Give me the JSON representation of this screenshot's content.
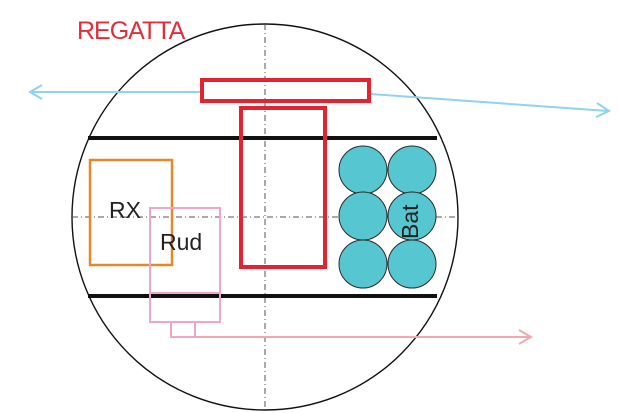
{
  "title": "REGATTA",
  "labels": {
    "receiver": "RX",
    "rudder": "Rud",
    "battery": "Bat"
  },
  "colors": {
    "title": "#e02f3a",
    "outline": "#111111",
    "center_line": "#555555",
    "red_part": "#e3232f",
    "receiver": "#e8872a",
    "rudder": "#eea7c8",
    "battery_fill": "#56c6d0",
    "battery_stroke": "#2a2a2a",
    "arrow_left": "#8fd3ee",
    "arrow_right": "#f2a8b0"
  },
  "battery": {
    "columns": 2,
    "rows": 3
  }
}
